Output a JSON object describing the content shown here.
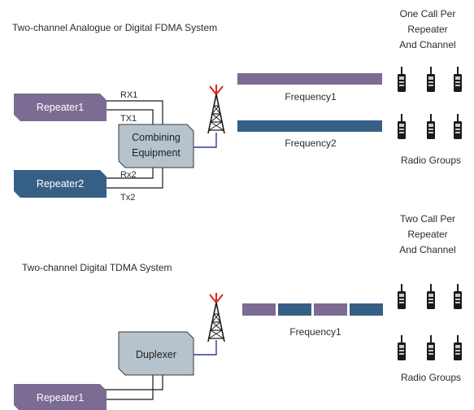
{
  "fdma": {
    "title": "Two-channel Analogue or Digital FDMA System",
    "repeater1": "Repeater1",
    "repeater2": "Repeater2",
    "combiner_line1": "Combining",
    "combiner_line2": "Equipment",
    "rx1": "RX1",
    "tx1": "TX1",
    "rx2": "Rx2",
    "tx2": "Tx2",
    "freq1": "Frequency1",
    "freq2": "Frequency2",
    "calls_line1": "One Call Per",
    "calls_line2": "Repeater",
    "calls_line3": "And Channel",
    "groups": "Radio Groups"
  },
  "tdma": {
    "title": "Two-channel Digital TDMA System",
    "duplexer": "Duplexer",
    "repeater1": "Repeater1",
    "freq1": "Frequency1",
    "calls_line1": "Two Call Per",
    "calls_line2": "Repeater",
    "calls_line3": "And Channel",
    "groups": "Radio Groups"
  },
  "colors": {
    "purple": "#7c6b92",
    "blue": "#365f85",
    "grey_box": "#b7c3cc",
    "antenna_tip": "#d9261c"
  }
}
